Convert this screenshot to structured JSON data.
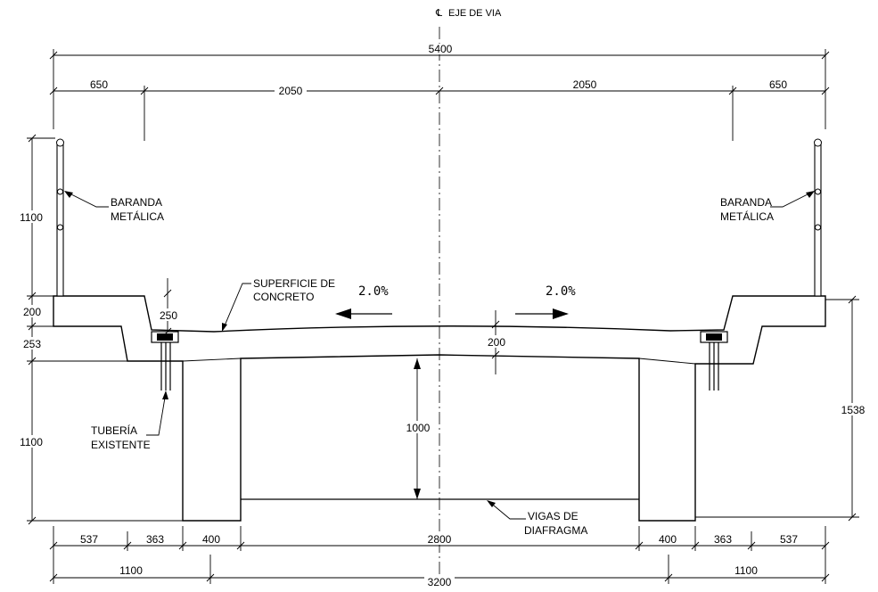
{
  "centerline_label": "EJE DE VIA",
  "centerline_symbol": "℄",
  "dims_top": {
    "total": "5400",
    "left_barrier": "650",
    "left_lane": "2050",
    "right_lane": "2050",
    "right_barrier": "650"
  },
  "dims_left": {
    "railing": "1100",
    "curb": "200",
    "slab": "253",
    "beam": "1100"
  },
  "dims_right": {
    "total_height": "1538"
  },
  "dims_inner": {
    "pipe_offset": "250",
    "slab_thickness": "200",
    "beam_height": "1000"
  },
  "dims_bottom_row1": [
    "537",
    "363",
    "400",
    "2800",
    "400",
    "363",
    "537"
  ],
  "dims_bottom_row2": [
    "1100",
    "3200",
    "1100"
  ],
  "slopes": {
    "left": "2.0%",
    "right": "2.0%"
  },
  "labels": {
    "railing_left": [
      "BARANDA",
      "METÁLICA"
    ],
    "railing_right": [
      "BARANDA",
      "METÁLICA"
    ],
    "surface": [
      "SUPERFICIE DE",
      "CONCRETO"
    ],
    "pipe": [
      "TUBERÍA",
      "EXISTENTE"
    ],
    "diaphragm": [
      "VIGAS DE",
      "DIAFRAGMA"
    ]
  }
}
